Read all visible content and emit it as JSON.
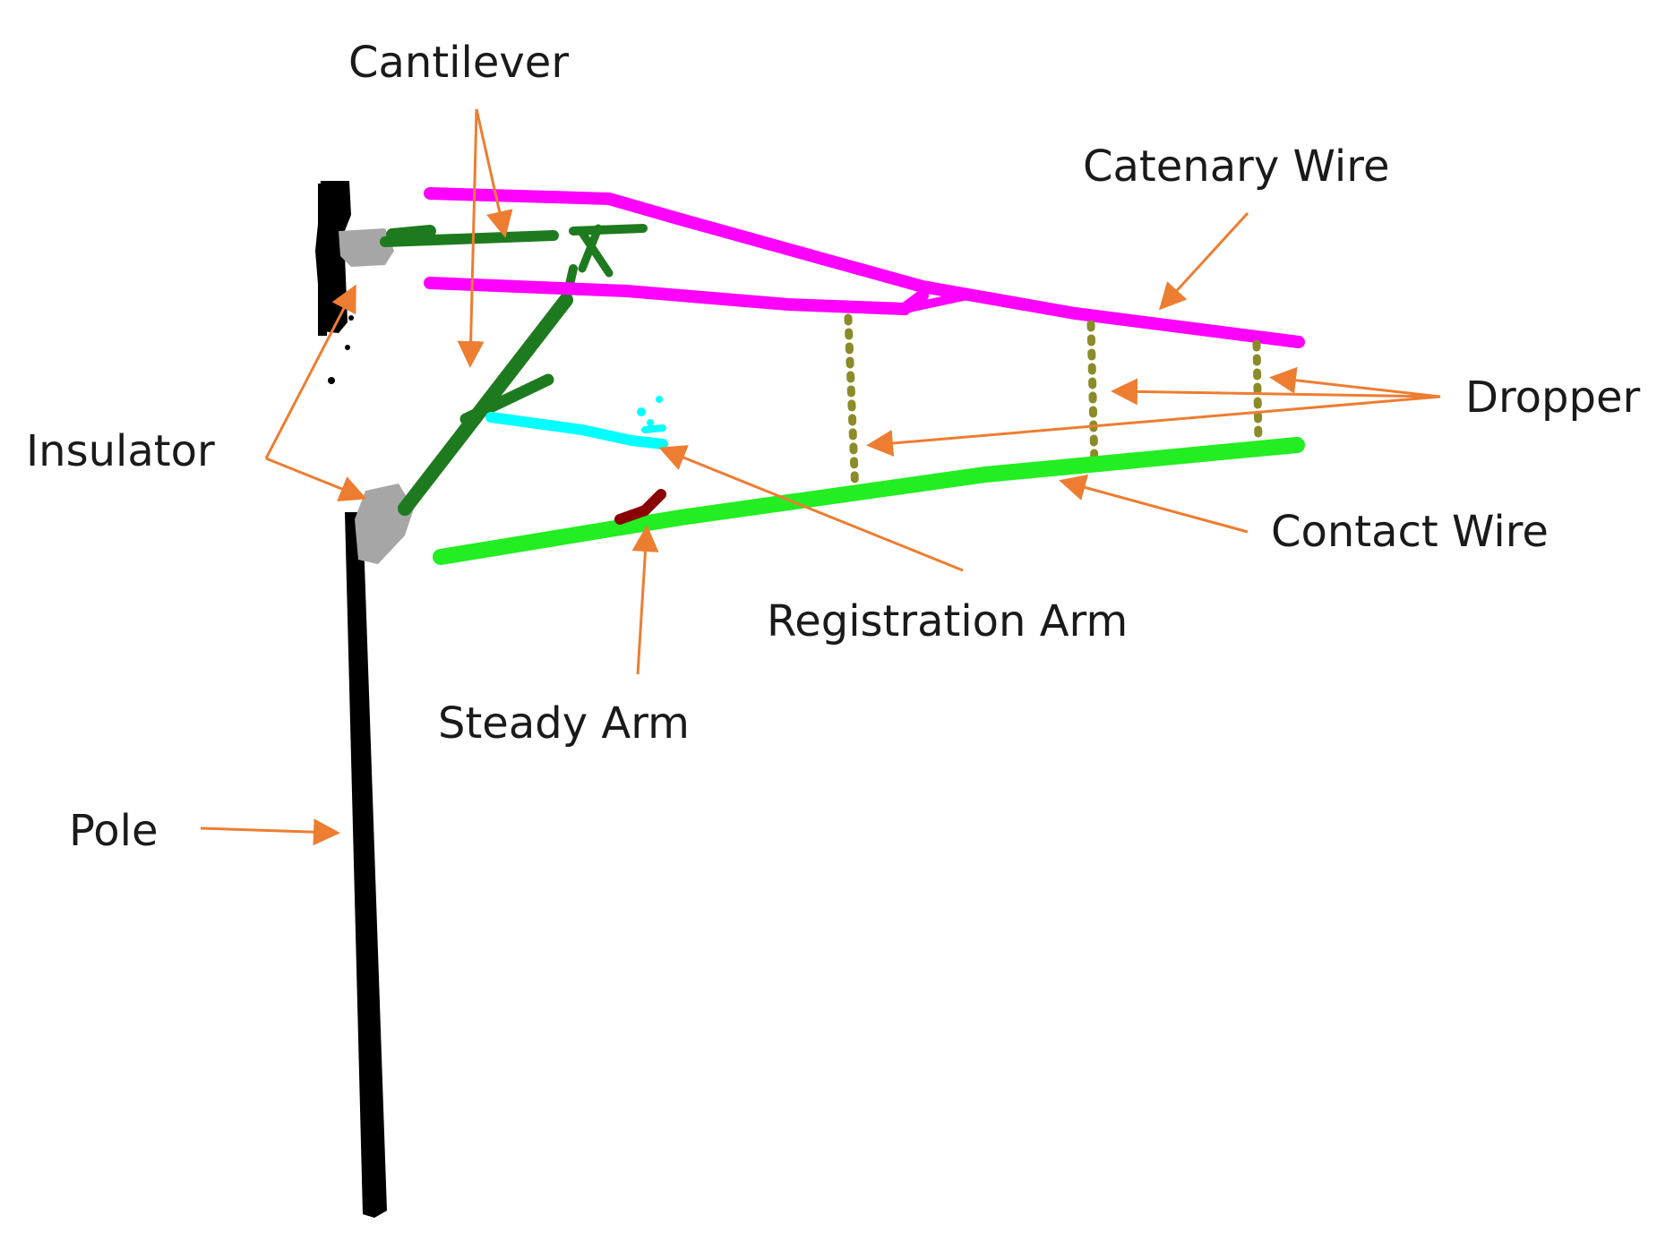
{
  "labels": {
    "cantilever": "Cantilever",
    "catenary_wire": "Catenary Wire",
    "dropper": "Dropper",
    "insulator": "Insulator",
    "contact_wire": "Contact Wire",
    "registration_arm": "Registration Arm",
    "steady_arm": "Steady Arm",
    "pole": "Pole"
  },
  "colors": {
    "pole": "#000000",
    "insulator": "#a6a6a6",
    "cantilever": "#1e7a1e",
    "catenary_wire": "#ff00ff",
    "dropper": "#8b8b2a",
    "contact_wire": "#22ee22",
    "registration_arm": "#00ffff",
    "steady_arm": "#8b0000",
    "arrow": "#ed7d31"
  }
}
